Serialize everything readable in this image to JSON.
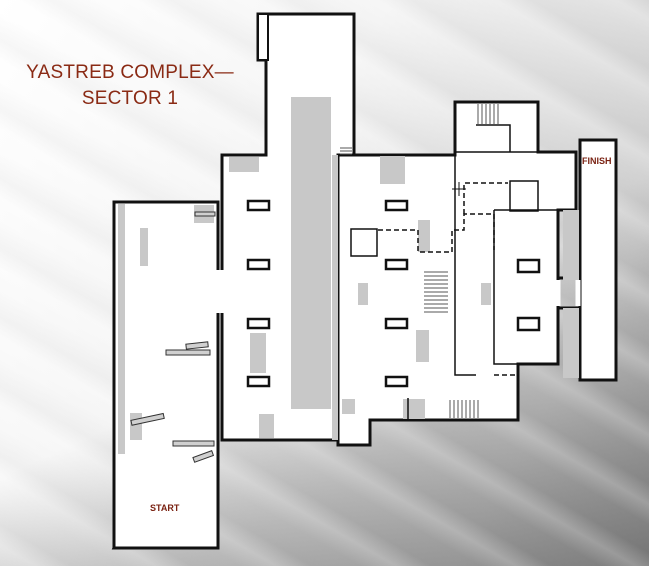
{
  "map": {
    "title_line1": "YASTREB COMPLEX—",
    "title_line2": "SECTOR 1",
    "start_label": "START",
    "finish_label": "FINISH"
  },
  "colors": {
    "title": "#8a2a14",
    "wall": "#111111",
    "floor": "#ffffff",
    "fixture": "#c8c8c8"
  }
}
